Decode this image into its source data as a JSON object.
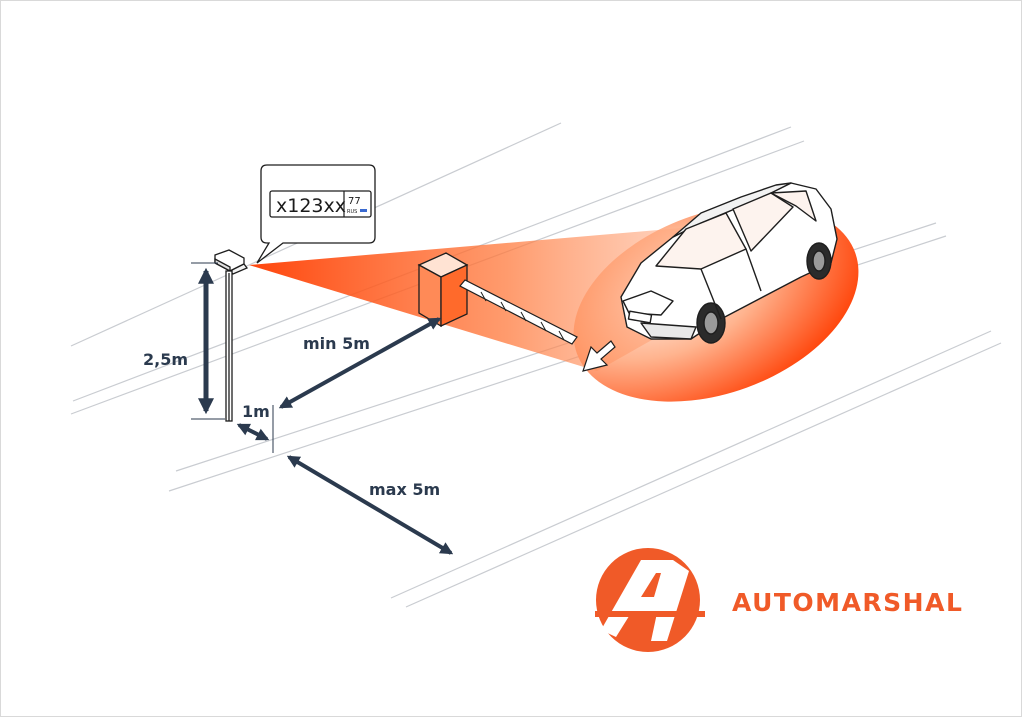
{
  "plate": {
    "number": "x123xx",
    "region": "77",
    "country": "RUS"
  },
  "dimensions": {
    "camera_height": "2,5m",
    "lateral_offset": "1m",
    "min_distance": "min 5m",
    "max_distance": "max 5m"
  },
  "brand": {
    "name": "AUTOMARSHAL"
  },
  "colors": {
    "accent": "#f05a28",
    "beam": "#ff6a2b",
    "dimension_arrow": "#2b3a4e",
    "road_line": "#c9ccd1"
  },
  "icons": {
    "camera": "camera-icon",
    "barrier": "barrier-icon",
    "car": "car-icon",
    "direction": "direction-arrow-icon",
    "logo": "automarshal-logo-icon"
  }
}
